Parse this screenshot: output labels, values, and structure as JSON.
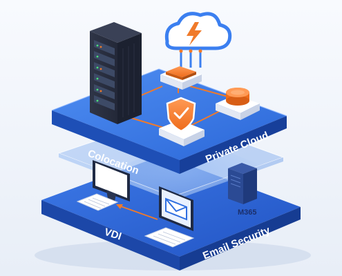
{
  "labels": {
    "colocation": "Colocation",
    "private_cloud": "Private Cloud",
    "vdi": "VDI",
    "email_security": "Email Security",
    "m365": "M365"
  },
  "colors": {
    "background": "#f3f6fb",
    "platform_top": "#2f6fe0",
    "platform_side": "#1c4fb8",
    "accent_orange": "#f07a2a",
    "server_dark": "#2b3142",
    "monitor_dark": "#1f2a44"
  },
  "icons": {
    "server_rack": "server-rack-icon",
    "cloud": "cloud-lightning-icon",
    "shield": "shield-check-icon",
    "database": "database-icon",
    "monitor": "monitor-icon",
    "email": "envelope-icon",
    "tower": "tower-server-icon"
  }
}
